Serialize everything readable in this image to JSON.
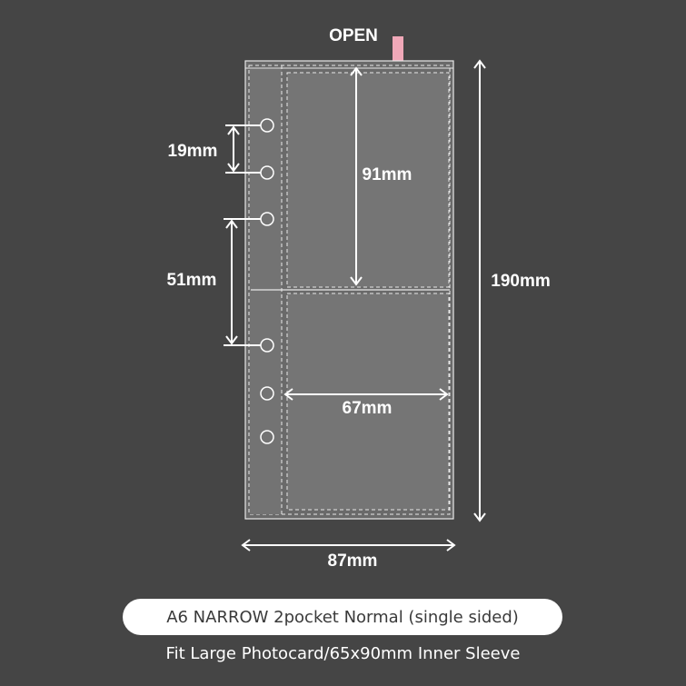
{
  "open_label": "OPEN",
  "dimensions": {
    "hole_spacing": "19mm",
    "hole_group_gap": "51mm",
    "pocket_height": "91mm",
    "pocket_width": "67mm",
    "total_height": "190mm",
    "total_width": "87mm"
  },
  "product_name": "A6 NARROW 2pocket Normal (single sided)",
  "product_description": "Fit Large Photocard/65x90mm Inner Sleeve",
  "colors": {
    "background": "#454545",
    "open_arrow": "#f0a8b8",
    "sleeve": "#6a6a6a",
    "pill": "#ffffff"
  }
}
